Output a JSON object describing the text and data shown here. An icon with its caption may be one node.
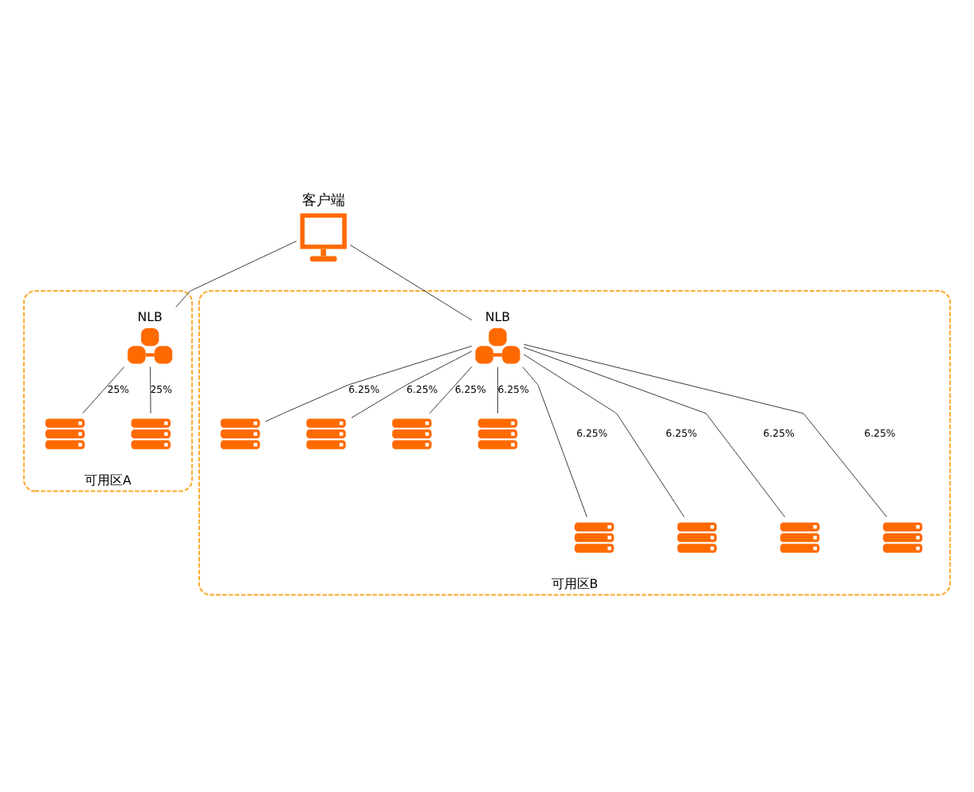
{
  "diagram": {
    "nodes": [
      {
        "text": [
          "客户端"
        ]
      },
      {
        "text": [
          "可用区A"
        ]
      },
      {
        "text": [
          "NLB"
        ],
        "in": 1
      },
      {
        "text": [],
        "shape": "picture",
        "in": 1
      },
      {
        "text": [],
        "shape": "picture",
        "in": 1
      },
      {
        "text": [
          "可用区B"
        ]
      },
      {
        "text": [
          "NLB"
        ],
        "in": 5
      },
      {
        "text": [],
        "shape": "picture",
        "in": 5
      },
      {
        "text": [],
        "shape": "picture",
        "in": 5
      },
      {
        "text": [],
        "shape": "picture",
        "in": 5
      },
      {
        "text": [],
        "shape": "picture",
        "in": 5
      },
      {
        "text": [],
        "shape": "picture",
        "in": 5
      },
      {
        "text": [],
        "shape": "picture",
        "in": 5
      },
      {
        "text": [],
        "shape": "picture",
        "in": 5
      },
      {
        "text": [],
        "shape": "picture",
        "in": 5
      }
    ],
    "edges": [
      {
        "from": 0,
        "to": 2,
        "arrow": "none"
      },
      {
        "from": 0,
        "to": 6,
        "arrow": "none"
      },
      {
        "from": 2,
        "to": 3,
        "arrow": "none",
        "label": "25%"
      },
      {
        "from": 2,
        "to": 4,
        "arrow": "none",
        "label": "25%"
      },
      {
        "from": 6,
        "to": 7,
        "arrow": "none",
        "label": "6.25%"
      },
      {
        "from": 6,
        "to": 8,
        "arrow": "none",
        "label": "6.25%"
      },
      {
        "from": 6,
        "to": 9,
        "arrow": "none",
        "label": "6.25%"
      },
      {
        "from": 6,
        "to": 10,
        "arrow": "none",
        "label": "6.25%"
      },
      {
        "from": 6,
        "to": 11,
        "arrow": "none",
        "label": "6.25%"
      },
      {
        "from": 6,
        "to": 12,
        "arrow": "none",
        "label": "6.25%"
      },
      {
        "from": 6,
        "to": 13,
        "arrow": "none",
        "label": "6.25%"
      },
      {
        "from": 6,
        "to": 14,
        "arrow": "none",
        "label": "6.25%"
      }
    ]
  }
}
